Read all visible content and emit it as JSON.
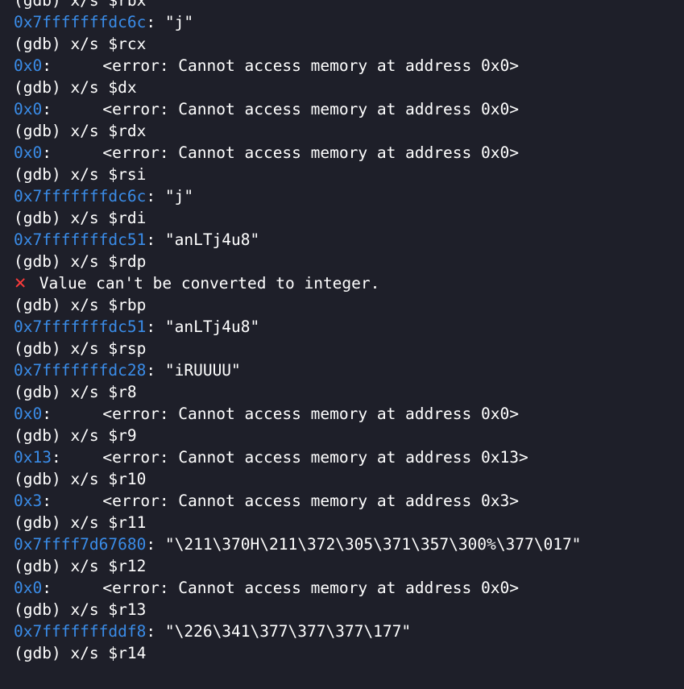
{
  "prompt": "(gdb)",
  "lines": [
    {
      "kind": "cmd",
      "text": "(gdb) x/s $rbx"
    },
    {
      "kind": "out",
      "addr": "0x7fffffffdc6c",
      "sep": ":",
      "text": " \"j\""
    },
    {
      "kind": "cmd",
      "text": "(gdb) x/s $rcx"
    },
    {
      "kind": "errout",
      "addr": "0x0",
      "sep": ":",
      "text": "<error: Cannot access memory at address 0x0>"
    },
    {
      "kind": "cmd",
      "text": "(gdb) x/s $dx"
    },
    {
      "kind": "errout",
      "addr": "0x0",
      "sep": ":",
      "text": "<error: Cannot access memory at address 0x0>"
    },
    {
      "kind": "cmd",
      "text": "(gdb) x/s $rdx"
    },
    {
      "kind": "errout",
      "addr": "0x0",
      "sep": ":",
      "text": "<error: Cannot access memory at address 0x0>"
    },
    {
      "kind": "cmd",
      "text": "(gdb) x/s $rsi"
    },
    {
      "kind": "out",
      "addr": "0x7fffffffdc6c",
      "sep": ":",
      "text": " \"j\""
    },
    {
      "kind": "cmd",
      "text": "(gdb) x/s $rdi"
    },
    {
      "kind": "out",
      "addr": "0x7fffffffdc51",
      "sep": ":",
      "text": " \"anLTj4u8\""
    },
    {
      "kind": "cmd",
      "text": "(gdb) x/s $rdp"
    },
    {
      "kind": "fail",
      "icon": "✕",
      "text": " Value can't be converted to integer."
    },
    {
      "kind": "cmd",
      "text": "(gdb) x/s $rbp"
    },
    {
      "kind": "out",
      "addr": "0x7fffffffdc51",
      "sep": ":",
      "text": " \"anLTj4u8\""
    },
    {
      "kind": "cmd",
      "text": "(gdb) x/s $rsp"
    },
    {
      "kind": "out",
      "addr": "0x7fffffffdc28",
      "sep": ":",
      "text": " \"iRUUUU\""
    },
    {
      "kind": "cmd",
      "text": "(gdb) x/s $r8"
    },
    {
      "kind": "errout",
      "addr": "0x0",
      "sep": ":",
      "text": "<error: Cannot access memory at address 0x0>"
    },
    {
      "kind": "cmd",
      "text": "(gdb) x/s $r9"
    },
    {
      "kind": "errout",
      "addr": "0x13",
      "sep": ":",
      "text": "<error: Cannot access memory at address 0x13>"
    },
    {
      "kind": "cmd",
      "text": "(gdb) x/s $r10"
    },
    {
      "kind": "errout",
      "addr": "0x3",
      "sep": ":",
      "text": "<error: Cannot access memory at address 0x3>"
    },
    {
      "kind": "cmd",
      "text": "(gdb) x/s $r11"
    },
    {
      "kind": "out",
      "addr": "0x7ffff7d67680",
      "sep": ":",
      "text": " \"\\211\\370H\\211\\372\\305\\371\\357\\300%\\377\\017\""
    },
    {
      "kind": "cmd",
      "text": "(gdb) x/s $r12"
    },
    {
      "kind": "errout",
      "addr": "0x0",
      "sep": ":",
      "text": "<error: Cannot access memory at address 0x0>"
    },
    {
      "kind": "cmd",
      "text": "(gdb) x/s $r13"
    },
    {
      "kind": "out",
      "addr": "0x7fffffffddf8",
      "sep": ":",
      "text": " \"\\226\\341\\377\\377\\377\\177\""
    },
    {
      "kind": "cmd",
      "text": "(gdb) x/s $r14"
    }
  ],
  "colors": {
    "background": "#1e1f29",
    "address": "#3a8ce8",
    "text": "#ffffff",
    "error_icon": "#ff3b3b"
  }
}
